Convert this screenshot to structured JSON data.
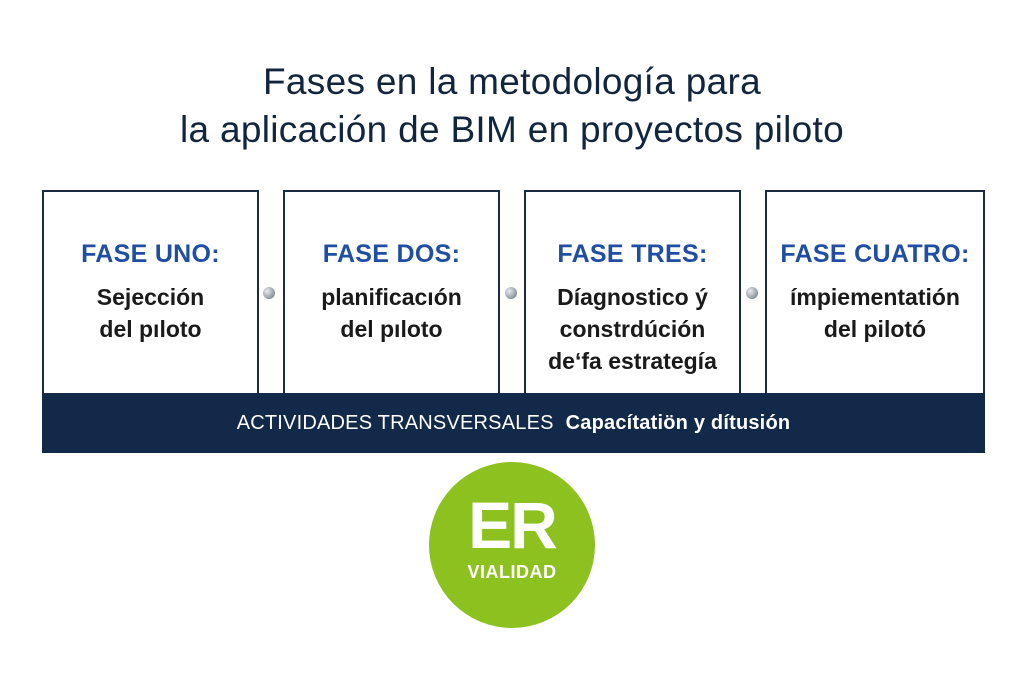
{
  "title": {
    "line1": "Fases en la metodología para",
    "line2": "la aplicación de BIM en proyectos piloto"
  },
  "phases": [
    {
      "title": "FASE UNO:",
      "desc": [
        "Sejección",
        "del pıloto"
      ]
    },
    {
      "title": "FASE DOS:",
      "desc": [
        "planificacıón",
        "del pıloto"
      ]
    },
    {
      "title": "FASE TRES:",
      "desc": [
        "Díagnostico ý",
        "constrdúción",
        "de‘fa estrategía"
      ]
    },
    {
      "title": "FASE CUATRO:",
      "desc": [
        "ímpiementatión",
        "del pilotó"
      ]
    }
  ],
  "band": {
    "label": "ACTIVIDADES TRANSVERSALES",
    "value": "Capacítatiön y dítusión"
  },
  "logo": {
    "big": "ER",
    "small": "VIALIDAD",
    "color": "#8cc11f"
  },
  "colors": {
    "title": "#12253f",
    "phase_title": "#1f4ea3",
    "band": "#13294a"
  }
}
